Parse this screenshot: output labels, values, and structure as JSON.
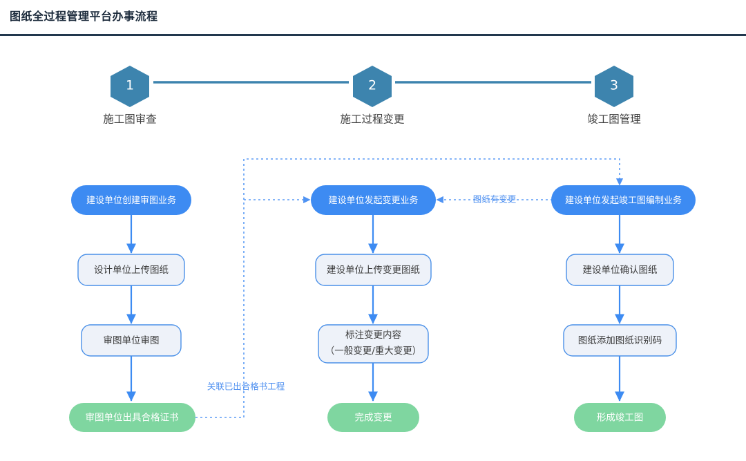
{
  "page": {
    "title": "图纸全过程管理平台办事流程"
  },
  "colors": {
    "hexagon": "#3d84ae",
    "stepline": "#3d84ae",
    "start_fill": "#3d8bf2",
    "mid_fill": "#eef2f9",
    "mid_stroke": "#4a90e8",
    "end_fill": "#7fd6a0",
    "arrow": "#3d8bf2",
    "dotted": "#5b9cf5",
    "edge_label": "#4d8ff0",
    "title_rule": "#22384e",
    "title_text": "#1b2a3b"
  },
  "steps": [
    {
      "number": "1",
      "caption": "施工图审查"
    },
    {
      "number": "2",
      "caption": "施工过程变更"
    },
    {
      "number": "3",
      "caption": "竣工图管理"
    }
  ],
  "columns": [
    {
      "name": "review",
      "nodes": [
        {
          "label": "建设单位创建审图业务",
          "kind": "start"
        },
        {
          "label": "设计单位上传图纸",
          "kind": "mid"
        },
        {
          "label": "审图单位审图",
          "kind": "mid"
        },
        {
          "label": "审图单位出具合格证书",
          "kind": "end"
        }
      ]
    },
    {
      "name": "change",
      "nodes": [
        {
          "label": "建设单位发起变更业务",
          "kind": "start"
        },
        {
          "label": "建设单位上传变更图纸",
          "kind": "mid"
        },
        {
          "label": "标注变更内容",
          "label2": "（一般变更/重大变更）",
          "kind": "mid"
        },
        {
          "label": "完成变更",
          "kind": "end"
        }
      ]
    },
    {
      "name": "completion",
      "nodes": [
        {
          "label": "建设单位发起竣工图编制业务",
          "kind": "start"
        },
        {
          "label": "建设单位确认图纸",
          "kind": "mid"
        },
        {
          "label": "图纸添加图纸识别码",
          "kind": "mid"
        },
        {
          "label": "形成竣工图",
          "kind": "end"
        }
      ]
    }
  ],
  "edge_labels": {
    "drawing_changed": "图纸有变更",
    "link_certified_project": "关联已出合格书工程"
  }
}
